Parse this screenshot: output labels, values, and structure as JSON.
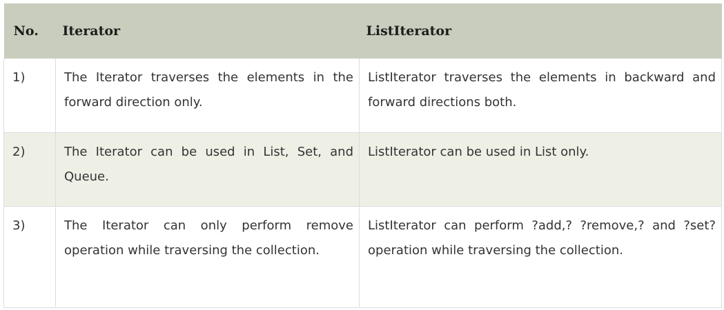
{
  "table": {
    "headers": [
      "No.",
      "Iterator",
      "ListIterator"
    ],
    "rows": [
      {
        "no": "1)",
        "iterator": "The Iterator traverses the elements in the forward direction only.",
        "list_iterator": "ListIterator traverses the elements in backward and forward directions both."
      },
      {
        "no": "2)",
        "iterator": "The Iterator can be used in List, Set, and Queue.",
        "list_iterator": "ListIterator can be used in List only."
      },
      {
        "no": "3)",
        "iterator": "The Iterator can only perform remove operation while traversing the collection.",
        "list_iterator": "ListIterator can perform ?add,? ?remove,? and ?set? operation while traversing the collection."
      }
    ]
  },
  "colors": {
    "header_bg": "#c8cdbd",
    "alt_row_bg": "#eef0e6",
    "border": "#dcdcdc"
  }
}
